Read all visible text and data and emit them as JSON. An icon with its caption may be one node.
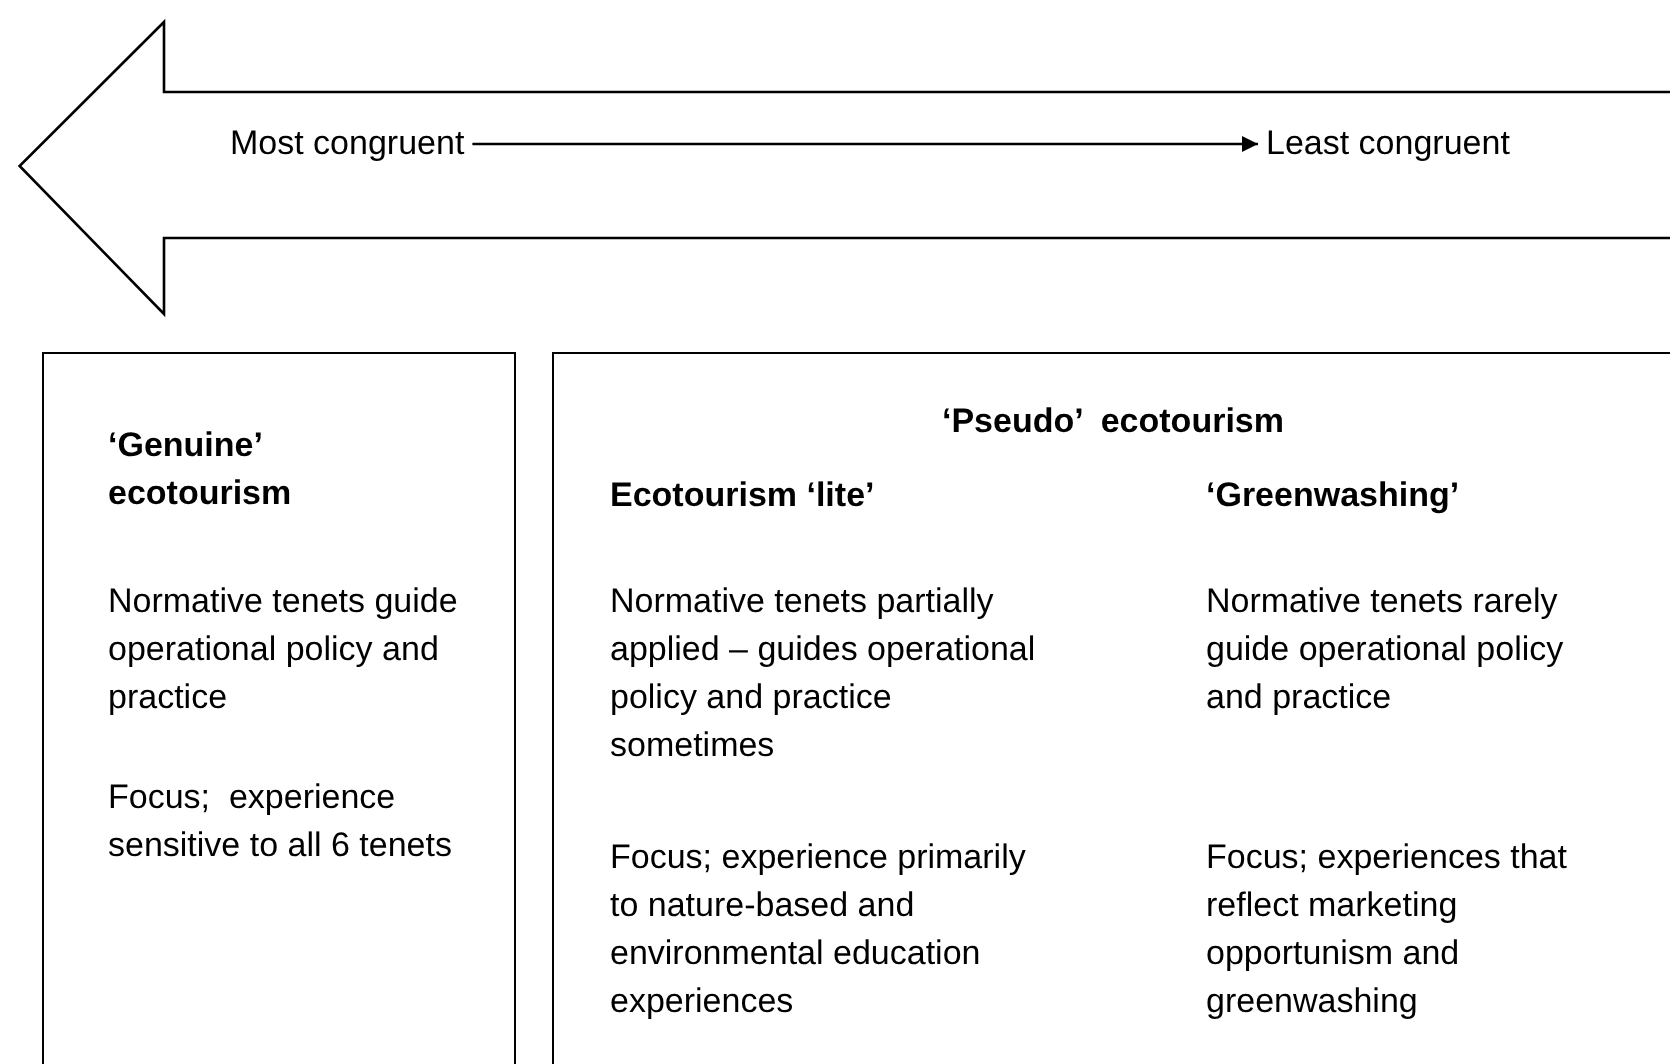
{
  "diagram": {
    "nodes": [
      {
        "text": [],
        "shape": "arrow"
      },
      {
        "text": [
          "Most congruent"
        ],
        "in": 0
      },
      {
        "text": [
          "Least congruent"
        ],
        "in": 0
      },
      {
        "text": [
          "‘Genuine’ ecotourism",
          "Normative tenets guide operational policy and practice",
          "Focus;  experience sensitive to all 6 tenets"
        ]
      },
      {
        "text": [
          "‘Pseudo’  ecotourism",
          "Ecotourism ‘lite’",
          "‘Greenwashing’",
          "Normative tenets partially applied – guides operational policy and practice sometimes",
          "Normative tenets rarely guide operational policy and practice",
          "Focus; experience primarily to nature-based and environmental education experiences",
          "Focus; experiences that reflect marketing opportunism and greenwashing"
        ]
      }
    ],
    "edges": [
      {
        "from": 1,
        "to": 2,
        "arrow": "to"
      }
    ]
  }
}
